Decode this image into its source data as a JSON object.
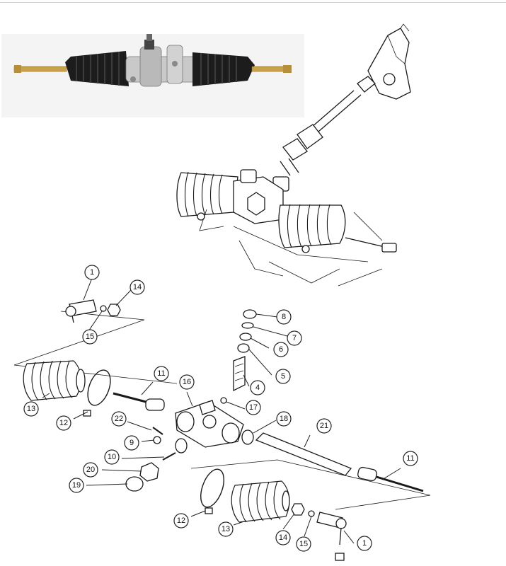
{
  "photo": {
    "subject": "steering-rack-assembly-photo",
    "background": "#f4f4f4"
  },
  "callouts": [
    {
      "label": "1"
    },
    {
      "label": "14"
    },
    {
      "label": "15"
    },
    {
      "label": "8"
    },
    {
      "label": "7"
    },
    {
      "label": "6"
    },
    {
      "label": "5"
    },
    {
      "label": "4"
    },
    {
      "label": "13"
    },
    {
      "label": "12"
    },
    {
      "label": "11"
    },
    {
      "label": "16"
    },
    {
      "label": "17"
    },
    {
      "label": "18"
    },
    {
      "label": "22"
    },
    {
      "label": "9"
    },
    {
      "label": "10"
    },
    {
      "label": "21"
    },
    {
      "label": "20"
    },
    {
      "label": "19"
    },
    {
      "label": "11"
    },
    {
      "label": "12"
    },
    {
      "label": "13"
    },
    {
      "label": "14"
    },
    {
      "label": "15"
    },
    {
      "label": "1"
    }
  ],
  "colors": {
    "ink": "#1a1a1a",
    "boot": "#1c1c1c",
    "metal": "#c9c9c9",
    "brass": "#c8a24a"
  }
}
